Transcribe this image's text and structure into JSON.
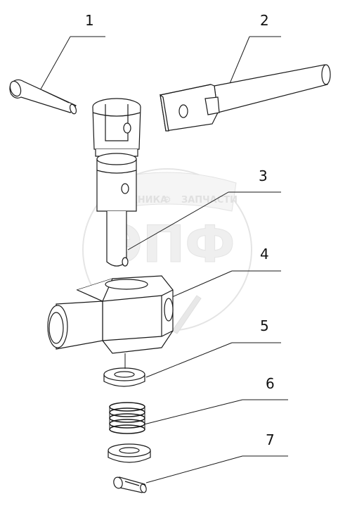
{
  "diagram": {
    "callouts": [
      {
        "id": "1",
        "label": "1"
      },
      {
        "id": "2",
        "label": "2"
      },
      {
        "id": "3",
        "label": "3"
      },
      {
        "id": "4",
        "label": "4"
      },
      {
        "id": "5",
        "label": "5"
      },
      {
        "id": "6",
        "label": "6"
      },
      {
        "id": "7",
        "label": "7"
      }
    ]
  },
  "watermark": {
    "top_text_left": "ТЕХНИКА",
    "top_text_right": "ЗАПЧАСТИ",
    "logo_letters": "ЭПФ"
  },
  "colors": {
    "line": "#1a1a1a",
    "watermark": "#d8d8d8"
  }
}
